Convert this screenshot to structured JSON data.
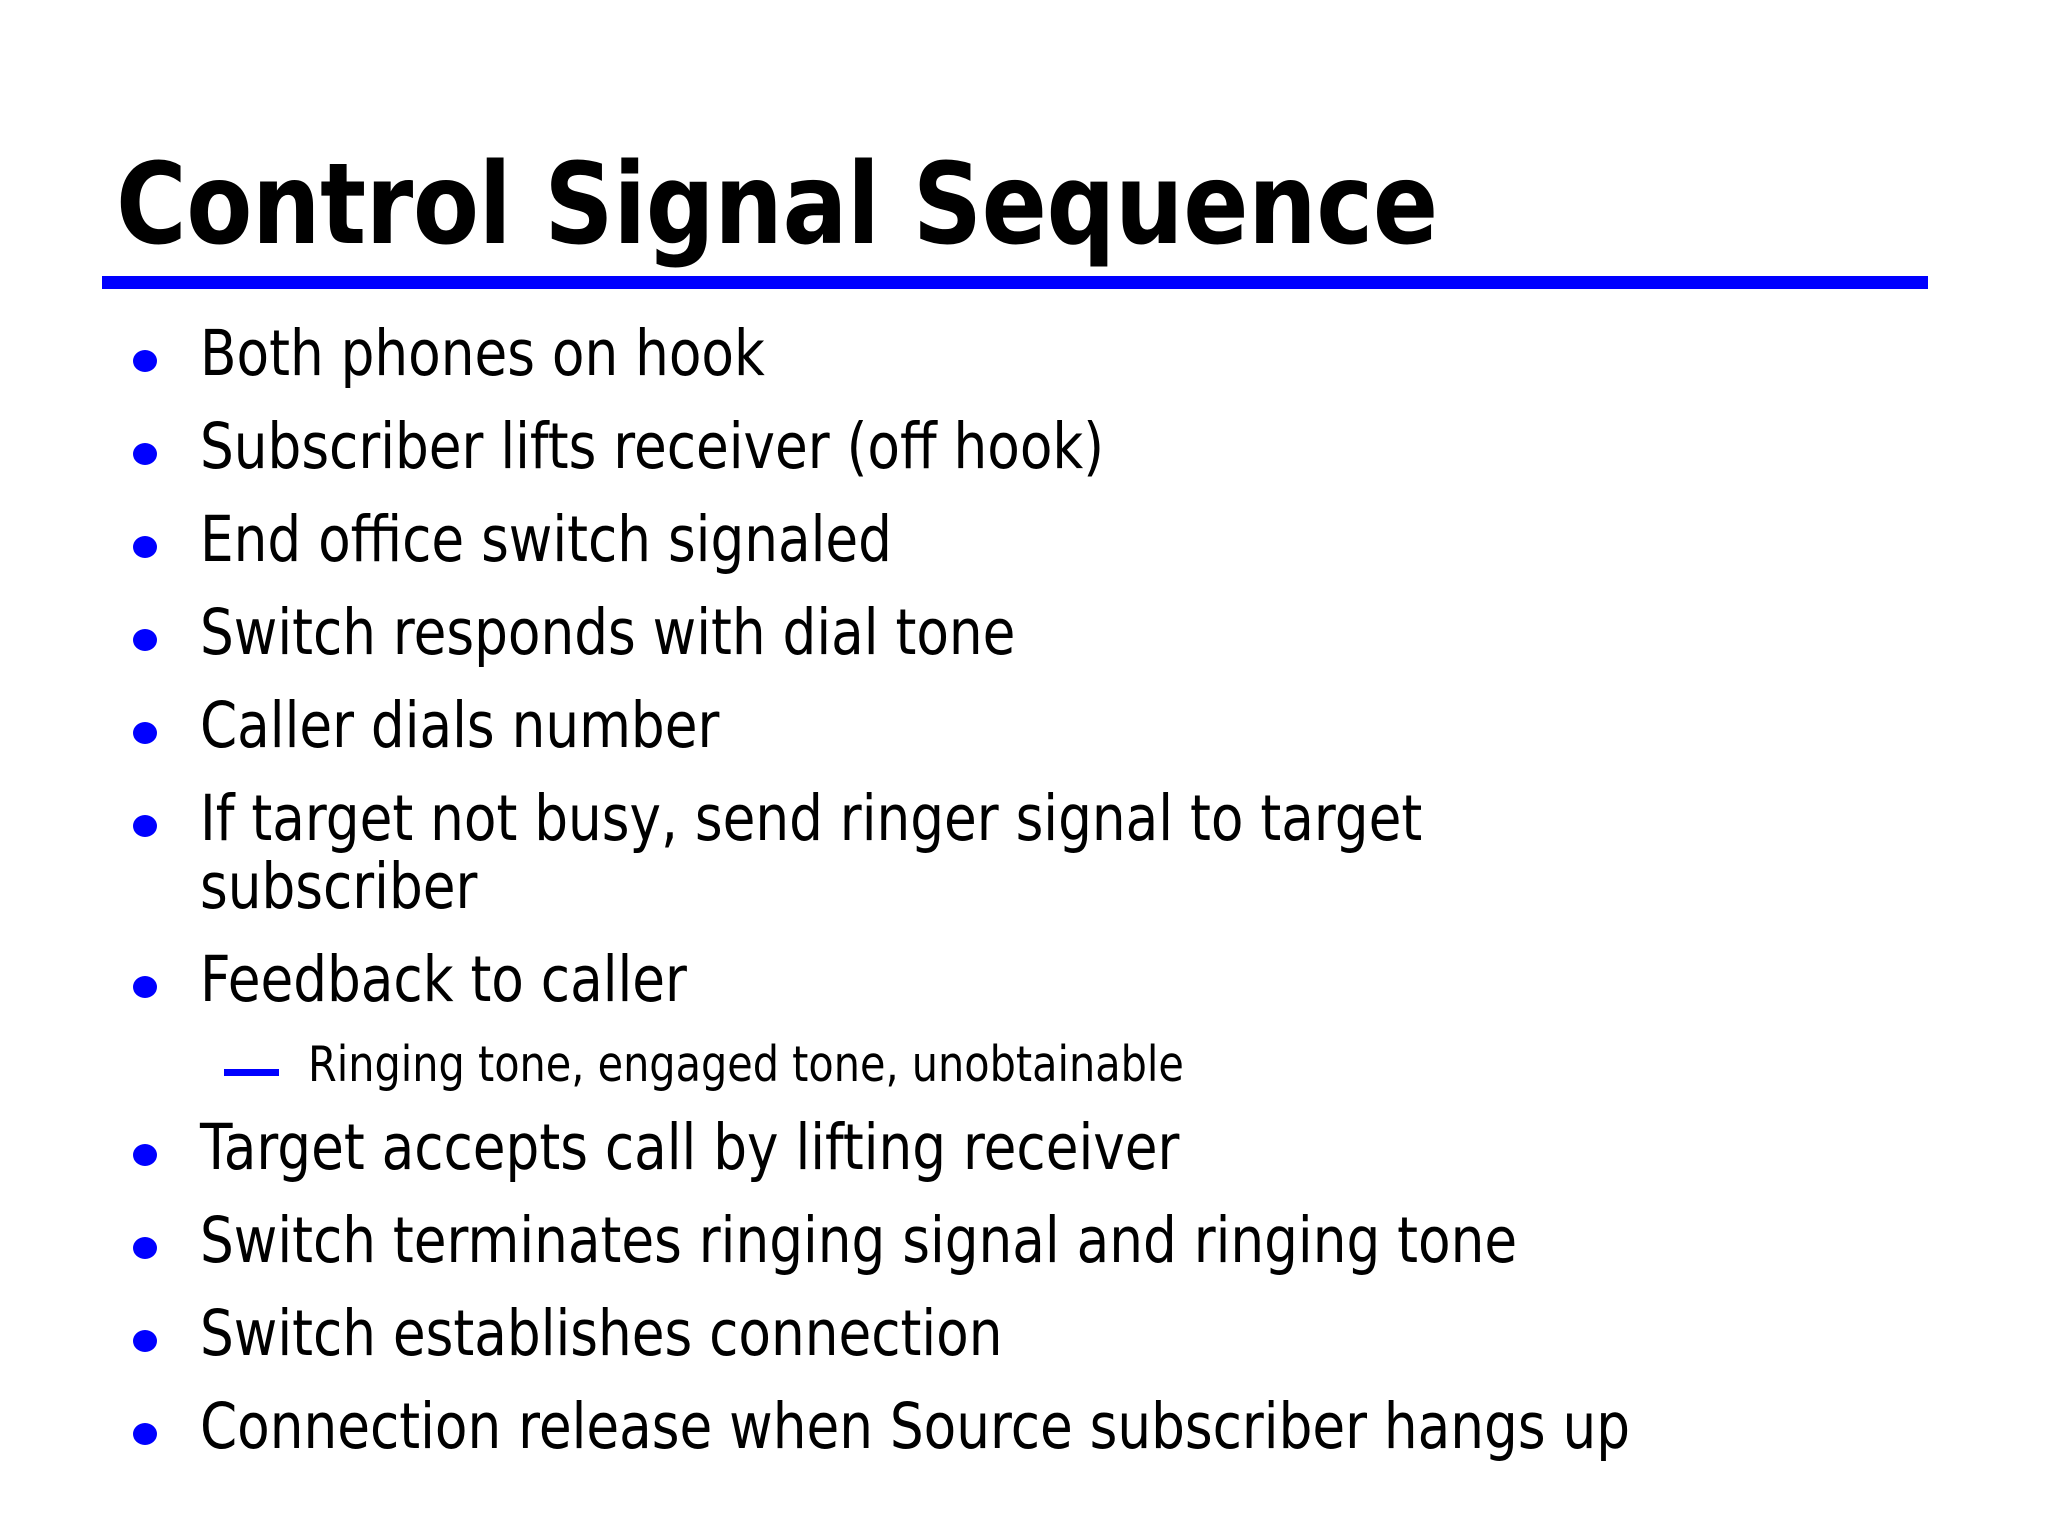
{
  "slide": {
    "title": "Control Signal Sequence",
    "accent_color": "#0000FF",
    "text_color": "#000000",
    "background_color": "#FFFFFF",
    "title_rule": {
      "color": "#0000FF",
      "name": "title-underline-rule"
    },
    "bullet_marker_icon": "blue-dot-bullet-icon",
    "sub_bullet_marker_icon": "blue-dash-bullet-icon",
    "bullets": [
      {
        "level": 1,
        "text": "Both phones on hook"
      },
      {
        "level": 1,
        "text": "Subscriber lifts receiver (off hook)"
      },
      {
        "level": 1,
        "text": "End office switch signaled"
      },
      {
        "level": 1,
        "text": "Switch responds with dial tone"
      },
      {
        "level": 1,
        "text": "Caller dials number"
      },
      {
        "level": 1,
        "text": "If target not busy, send ringer signal to target subscriber"
      },
      {
        "level": 1,
        "text": "Feedback to caller"
      },
      {
        "level": 2,
        "text": "Ringing tone, engaged tone, unobtainable"
      },
      {
        "level": 1,
        "text": "Target accepts call by lifting receiver"
      },
      {
        "level": 1,
        "text": "Switch terminates ringing signal and ringing tone"
      },
      {
        "level": 1,
        "text": "Switch establishes connection"
      },
      {
        "level": 1,
        "text": "Connection release when Source subscriber hangs up"
      }
    ]
  }
}
